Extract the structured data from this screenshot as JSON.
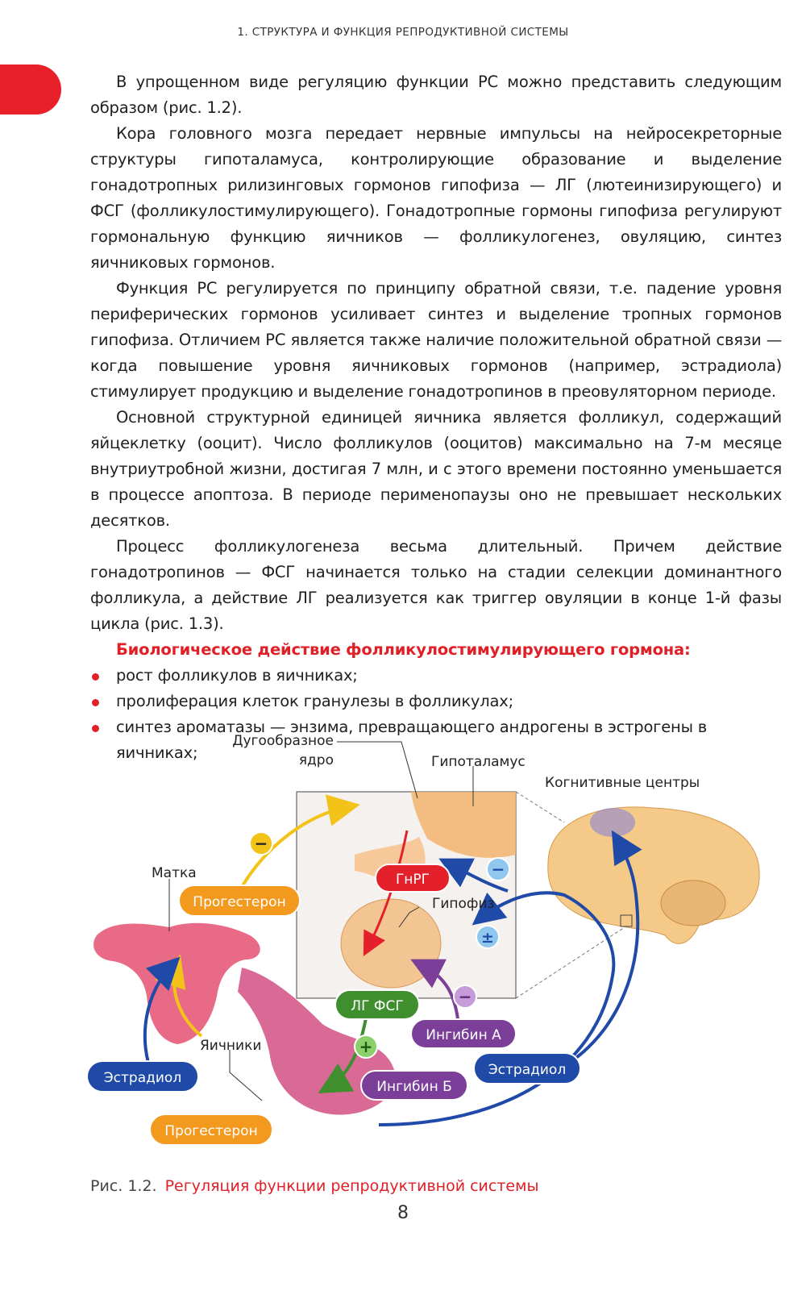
{
  "header": {
    "running_head": "1. СТРУКТУРА И ФУНКЦИЯ РЕПРОДУКТИВНОЙ СИСТЕМЫ"
  },
  "paragraphs": [
    "В упрощенном виде регуляцию функции РС можно представить следующим образом (рис. 1.2).",
    "Кора головного мозга передает нервные импульсы на нейросекреторные структуры гипоталамуса, контролирующие образование и выделение гонадотропных рилизинговых гормонов гипофиза — ЛГ (лютеинизирующего) и ФСГ (фолликулостимулирующего). Гонадотропные гормоны гипофиза регулируют гормональную функцию яичников — фолликулогенез, овуляцию, синтез яичниковых гормонов.",
    "Функция РС регулируется по принципу обратной связи, т.е. падение уровня периферических гормонов усиливает синтез и выделение тропных гормонов гипофиза. Отличием РС является также наличие положительной обратной связи — когда повышение уровня яичниковых гормонов (например, эстрадиола) стимулирует продукцию и выделение гонадотропинов в преовуляторном периоде.",
    "Основной структурной единицей яичника является фолликул, содержащий яйцеклетку (ооцит). Число фолликулов (ооцитов) максимально на 7-м месяце внутриутробной жизни, достигая 7 млн, и с этого времени постоянно уменьшается в процессе апоптоза. В периоде перименопаузы оно не превышает нескольких десятков.",
    "Процесс фолликулогенеза весьма длительный. Причем действие гонадотропинов — ФСГ начинается только на стадии селекции доминантного фолликула, а действие ЛГ реализуется как триггер овуляции в конце 1-й фазы цикла (рис. 1.3)."
  ],
  "section_heading": "Биологическое действие фолликулостимулирующего гормона:",
  "bullets": [
    "рост фолликулов в яичниках;",
    "пролиферация клеток гранулезы в фолликулах;",
    "синтез ароматазы — энзима, превращающего андрогены в эстрогены в яичниках;"
  ],
  "figure": {
    "labels": {
      "arcuate": "Дугообразное",
      "arcuate2": "ядро",
      "hypothalamus": "Гипоталамус",
      "cognitive": "Когнитивные центры",
      "uterus": "Матка",
      "pituitary": "Гипофиз",
      "ovaries": "Яичники"
    },
    "pills": {
      "progesterone_top": "Прогестерон",
      "gnrh": "ГнРГ",
      "lh_fsh": "ЛГ ФСГ",
      "inhibin_a": "Ингибин А",
      "inhibin_b": "Ингибин Б",
      "estradiol_left": "Эстрадиол",
      "estradiol_right": "Эстрадиол",
      "progesterone_bottom": "Прогестерон"
    },
    "signs": {
      "minus_top": "−",
      "minus_right": "−",
      "plusminus": "±",
      "minus_purple": "−",
      "plus_green": "+"
    },
    "colors": {
      "orange": "#f39a1e",
      "red": "#e4202a",
      "blue": "#1f4aa8",
      "green": "#3f8f2f",
      "purple": "#7b3f9a",
      "yellow": "#f3c31a"
    }
  },
  "caption": {
    "number": "Рис. 1.2.",
    "title": "Регуляция функции репродуктивной системы"
  },
  "page_number": "8"
}
